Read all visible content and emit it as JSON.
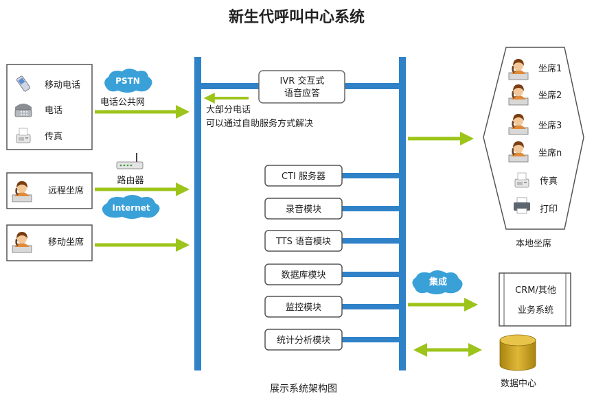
{
  "title": "新生代呼叫中心系统",
  "caption": "展示系统架构图",
  "left_groups": {
    "phones": {
      "mobile": "移动电话",
      "phone": "电话",
      "fax": "传真"
    },
    "pstn": {
      "cloud": "PSTN",
      "label": "电话公共网"
    },
    "remote": {
      "seat": "远程坐席",
      "router": "路由器",
      "cloud": "Internet"
    },
    "mobile_seat": {
      "seat": "移动坐席"
    }
  },
  "ivr": {
    "line1": "IVR 交互式",
    "line2": "语音应答",
    "note1": "大部分电话",
    "note2": "可以通过自助服务方式解决"
  },
  "modules": [
    "CTI 服务器",
    "录音模块",
    "TTS 语音模块",
    "数据库模块",
    "监控模块",
    "统计分析模块"
  ],
  "local_seats": {
    "items": [
      "坐席1",
      "坐席2",
      "坐席3",
      "坐席n",
      "传真",
      "打印"
    ],
    "label": "本地坐席"
  },
  "crm": {
    "cloud": "集成",
    "line1": "CRM/其他",
    "line2": "业务系统"
  },
  "datacenter": {
    "label": "数据中心"
  },
  "colors": {
    "bus": "#2f82c8",
    "arrow": "#9dc41a",
    "cloud": "#3aa0d8",
    "box_border": "#444444",
    "db": "#c8a020"
  }
}
